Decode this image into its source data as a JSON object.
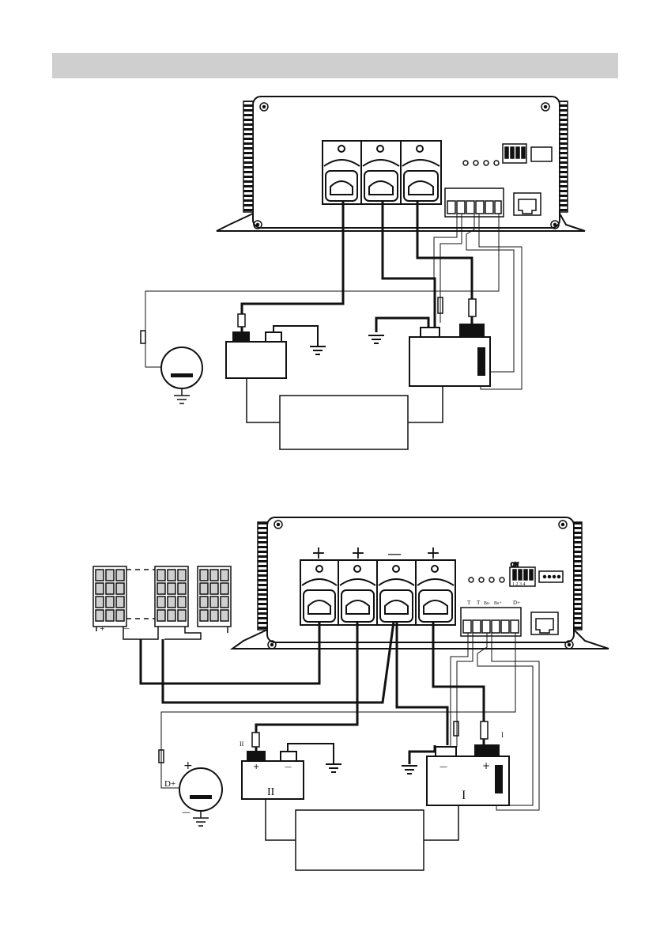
{
  "header": {
    "band_color": "#cfcfcf"
  },
  "diagram_top": {
    "terminal_labels": [
      "",
      "",
      ""
    ]
  },
  "diagram_bottom": {
    "terminal_signs": [
      "+",
      "+",
      "—",
      "+"
    ],
    "signal_labels": [
      "T",
      "T",
      "Bs-",
      "Bs+",
      "D+"
    ],
    "dip_label": "ON",
    "dip_numbers": "1 2 3 4",
    "alternator_plus": "+",
    "alternator_minus": "—",
    "alternator_label": "D+",
    "battery_ii_plus": "+",
    "battery_ii_minus": "—",
    "battery_ii_label": "II",
    "fuse_ii_label": "II",
    "battery_i_minus": "—",
    "battery_i_plus": "+",
    "battery_i_label": "I",
    "fuse_i_label": "I",
    "panel_plus": "+",
    "panel_minus": "—"
  }
}
